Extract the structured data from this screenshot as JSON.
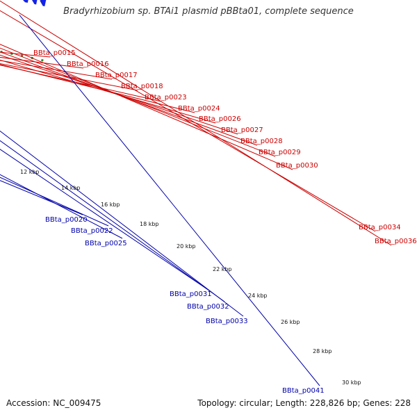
{
  "title": "Bradyrhizobium sp. BTAi1 plasmid pBBta01, complete sequence",
  "footer": {
    "accession_label": "Accession: NC_009475",
    "info": "Topology: circular; Length: 228,826 bp; Genes: 228"
  },
  "colors": {
    "forward_label": "#cc0000",
    "reverse_label": "#0000aa",
    "forward_gene": "#ee1111",
    "reverse_gene": "#1122ee",
    "backbone": "#8a8a8a",
    "dots": "#2e8b2e"
  },
  "forward_labels": [
    "BBta_p0015",
    "BBta_p0016",
    "BBta_p0017",
    "BBta_p0018",
    "BBta_p0023",
    "BBta_p0024",
    "BBta_p0026",
    "BBta_p0027",
    "BBta_p0028",
    "BBta_p0029",
    "BBta_p0030",
    "BBta_p0034",
    "BBta_p0036"
  ],
  "reverse_labels": [
    "BBta_p0020",
    "BBta_p0022",
    "BBta_p0025",
    "BBta_p0031",
    "BBta_p0032",
    "BBta_p0033",
    "BBta_p0041"
  ],
  "ticks": [
    "12 kbp",
    "14 kbp",
    "16 kbp",
    "18 kbp",
    "20 kbp",
    "22 kbp",
    "24 kbp",
    "26 kbp",
    "28 kbp",
    "30 kbp"
  ]
}
